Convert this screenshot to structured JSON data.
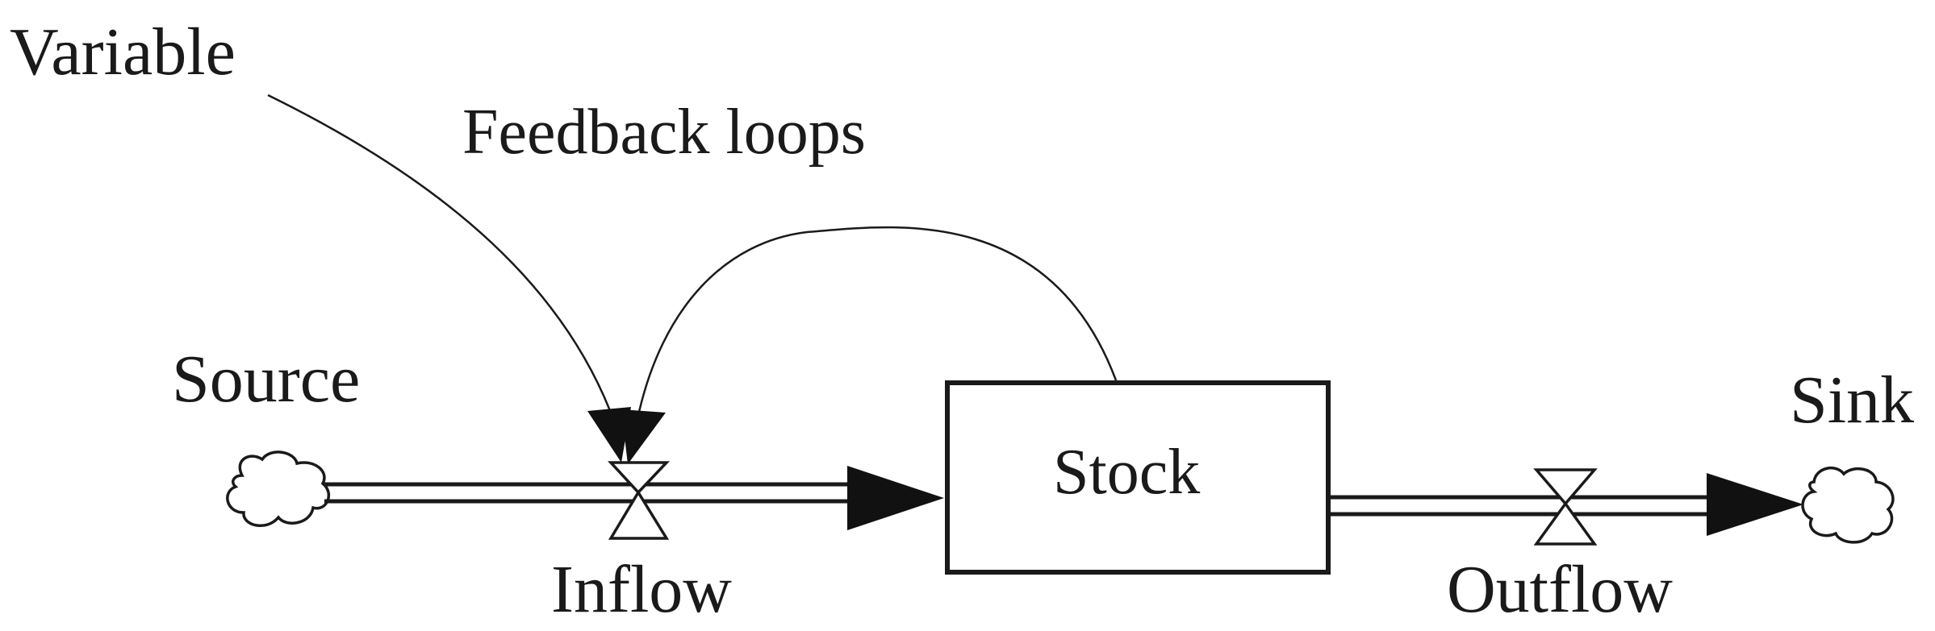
{
  "labels": {
    "variable": "Variable",
    "feedback": "Feedback loops",
    "source": "Source",
    "sink": "Sink",
    "stock": "Stock",
    "inflow": "Inflow",
    "outflow": "Outflow"
  }
}
